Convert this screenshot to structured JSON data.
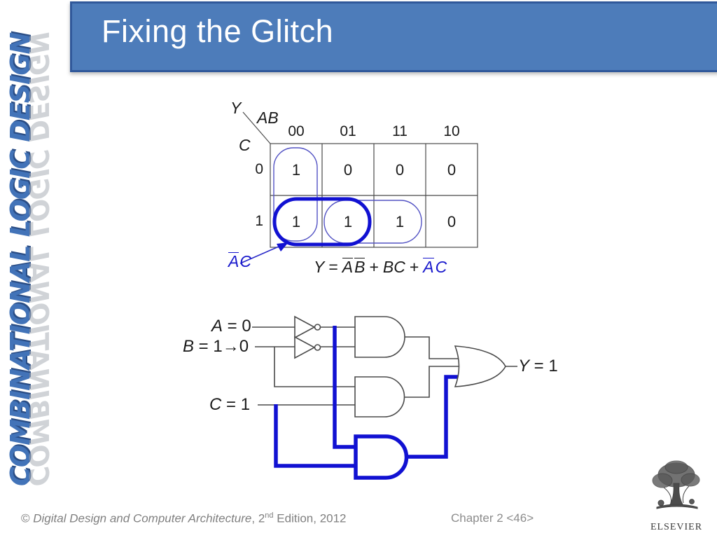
{
  "slide": {
    "title": "Fixing the Glitch",
    "sidebar_text": "COMBINATIONAL LOGIC DESIGN",
    "footer": {
      "copyright_prefix": "© ",
      "book_title": "Digital Design and Computer Architecture",
      "edition_pre": ", 2",
      "edition_sup": "nd",
      "edition_post": " Edition, 2012",
      "chapter": "Chapter 2 <46>"
    },
    "logo_text": "ELSEVIER"
  },
  "kmap": {
    "output_label": "Y",
    "col_var": "AB",
    "row_var": "C",
    "col_headers": [
      "00",
      "01",
      "11",
      "10"
    ],
    "row_headers": [
      "0",
      "1"
    ],
    "cells": [
      [
        "1",
        "0",
        "0",
        "0"
      ],
      [
        "1",
        "1",
        "1",
        "0"
      ]
    ],
    "group_label": {
      "a": "A",
      "c": "C"
    },
    "equation": {
      "lhs": "Y",
      "eq": "=",
      "a1": "A",
      "b1": "B",
      "plus1": "+",
      "bc": "BC",
      "plus2": "+",
      "a2": "A",
      "c2": "C"
    }
  },
  "circuit": {
    "input_a": {
      "var": "A",
      "rest": " = 0"
    },
    "input_b": {
      "var": "B",
      "rest": " = 1→0"
    },
    "input_c": {
      "var": "C",
      "rest": " = 1"
    },
    "output_y": {
      "var": "Y",
      "rest": " = 1"
    }
  },
  "colors": {
    "title_bar_fill": "#4d7cba",
    "title_bar_border": "#30589a",
    "diagram_blue_bold": "#1111d2",
    "diagram_blue_thin": "#5353c4",
    "equation_blue": "#1717cc",
    "sidebar_blue": "#4273b8",
    "footer_gray": "#7f7f7f"
  }
}
